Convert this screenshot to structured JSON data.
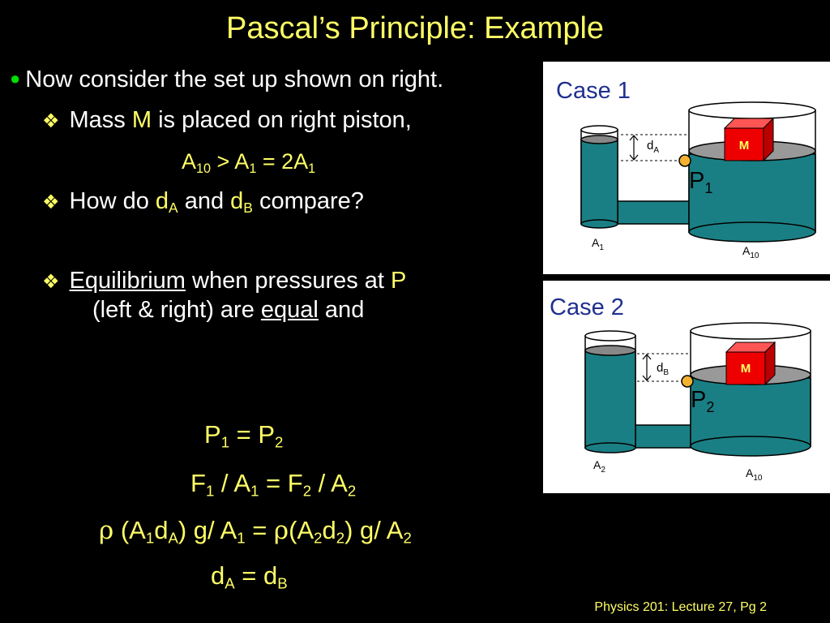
{
  "slide": {
    "title": "Pascal’s Principle: Example",
    "footer": "Physics 201: Lecture 27, Pg 2"
  },
  "bullets": {
    "b1": "Now consider the set up shown on right.",
    "b2_a": "Mass ",
    "b2_m": "M",
    "b2_b": " is placed on right piston,",
    "rel_a10": "A",
    "rel_a10_sub": "10",
    "rel_mid": " > A",
    "rel_a1_sub": "1",
    "rel_eq": " = 2A",
    "rel_a1b_sub": "1",
    "b3_a": "How do ",
    "b3_d1": "d",
    "b3_d1_sub": "A",
    "b3_and": " and ",
    "b3_d2": "d",
    "b3_d2_sub": "B",
    "b3_b": " compare?",
    "b4_eq": "Equilibrium",
    "b4_a": " when pressures at ",
    "b4_p": "P",
    "b4_line2a": "(left & right) are ",
    "b4_equal": "equal",
    "b4_line2b": " and"
  },
  "equations": {
    "e1_p": "P",
    "e1_s1": "1",
    "e1_mid": " = P",
    "e1_s2": "2",
    "e2_f": "F",
    "e2_s1": "1",
    "e2_a": " / A",
    "e2_s2": "1",
    "e2_b": " =  F",
    "e2_s3": "2",
    "e2_c": " / A",
    "e2_s4": "2",
    "e3_rho1": "ρ",
    "e3_a": " (A",
    "e3_s1": "1",
    "e3_b": "d",
    "e3_s2": "A",
    "e3_c": ") g/ A",
    "e3_s3": "1",
    "e3_d": " = ",
    "e3_rho2": "ρ",
    "e3_e": "(A",
    "e3_s4": "2",
    "e3_f": "d",
    "e3_s5": "2",
    "e3_g": ") g/ A",
    "e3_s6": "2",
    "e4_d1": "d",
    "e4_s1": "A",
    "e4_mid": "  =  d",
    "e4_s2": "B"
  },
  "case1": {
    "label": "Case 1",
    "mass": "M",
    "d": "d",
    "d_sub": "A",
    "p": "P",
    "p_sub": "1",
    "a_left": "A",
    "a_left_sub": "1",
    "a_right": "A",
    "a_right_sub": "10"
  },
  "case2": {
    "label": "Case 2",
    "mass": "M",
    "d": "d",
    "d_sub": "B",
    "p": "P",
    "p_sub": "2",
    "a_left": "A",
    "a_left_sub": "2",
    "a_right": "A",
    "a_right_sub": "10"
  },
  "colors": {
    "background": "#000000",
    "title": "#ffff66",
    "bullet_dot": "#00dd00",
    "fluid": "#1a7f84",
    "mass": "#ee0000",
    "panel_label": "#1f2f8f",
    "point": "#f2b230"
  }
}
